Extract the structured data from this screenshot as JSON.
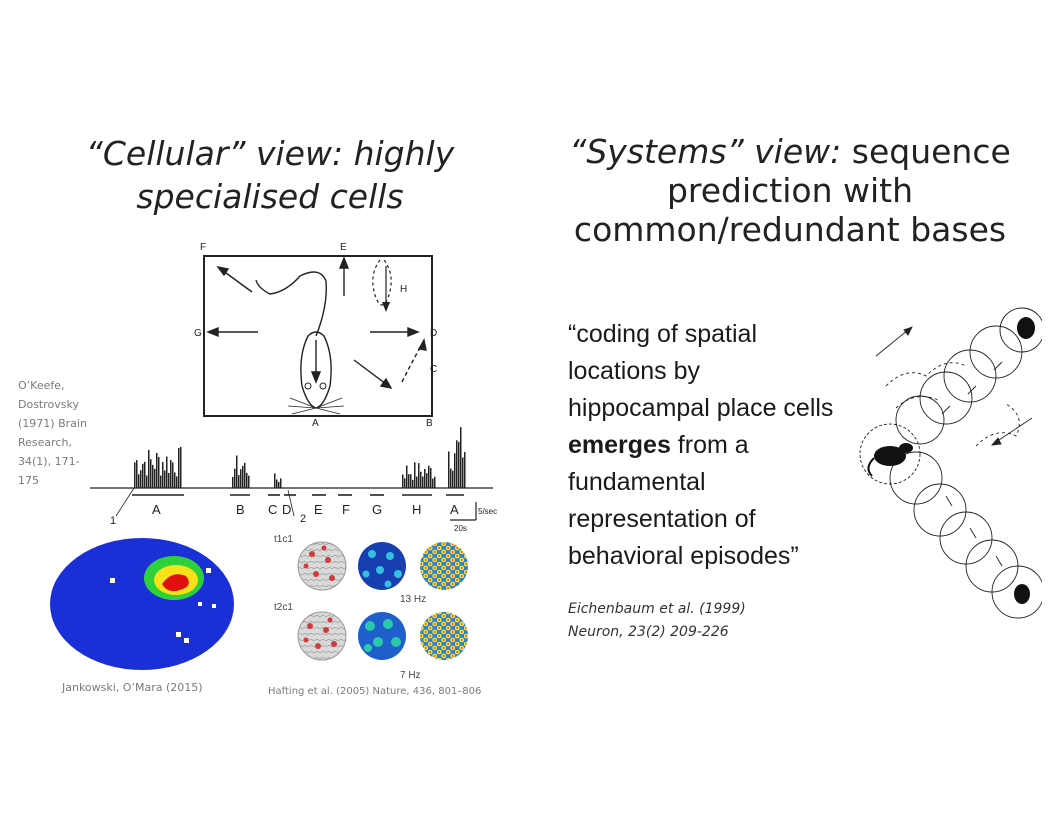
{
  "titles": {
    "left_line1": "“Cellular” view: highly",
    "left_line2": "specialised cells",
    "right_italic": "“Systems” view:",
    "right_rest": " sequence",
    "right_line2": "prediction with",
    "right_line3": "common/redundant bases"
  },
  "citations": {
    "okeefe": [
      "O’Keefe,",
      "Dostrovsky",
      "(1971) Brain",
      "Research,",
      "34(1), 171-",
      "175"
    ],
    "jankowski": "Jankowski, O’Mara (2015)",
    "hafting": "Hafting et al. (2005) Nature, 436, 801–806",
    "eichenbaum_line1": "Eichenbaum et al. (1999)",
    "eichenbaum_line2": "Neuron, 23(2) 209-226"
  },
  "quote": {
    "part1": "“coding of spatial locations by hippocampal place cells ",
    "bold": "emerges",
    "part2": " from a fundamental representation of behavioral episodes”"
  },
  "figure_labels": {
    "box": [
      "F",
      "E",
      "H",
      "G",
      "D",
      "C",
      "A",
      "B"
    ],
    "trace": [
      "A",
      "B",
      "C",
      "D",
      "E",
      "F",
      "G",
      "H",
      "A"
    ],
    "trace_marks": [
      "1",
      "2"
    ],
    "scale_y": "5/sec",
    "scale_x": "20s",
    "grid_cells": [
      "t1c1",
      "t2c1"
    ],
    "grid_freqs": [
      "13 Hz",
      "7 Hz"
    ]
  },
  "colors": {
    "heatmap_bg": "#1a2fd6",
    "heatmap_hot": "#e01010",
    "heatmap_warm": "#f6e11a",
    "heatmap_mid": "#2fd13a"
  }
}
